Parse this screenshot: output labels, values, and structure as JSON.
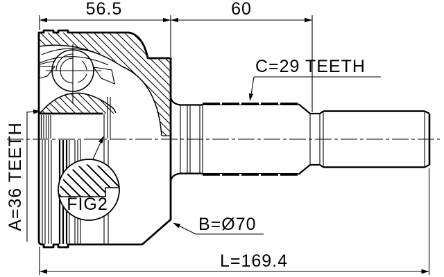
{
  "drawing": {
    "kind": "technical-drawing",
    "part": "cv-joint-outer-race-with-shaft",
    "background_color": "#ffffff",
    "line_color": "#000000",
    "labels": {
      "dim_body_width": "56.5",
      "dim_spline_length": "60",
      "outer_spline_teeth": "C=29 TEETH",
      "inner_spline_teeth": "A=36 TEETH",
      "detail_callout": "FIG2",
      "body_diameter": "B=Ø70",
      "total_length": "L=169.4"
    },
    "values": {
      "body_width_mm": 56.5,
      "spline_length_mm": 60,
      "outer_spline_teeth_count": 29,
      "inner_spline_teeth_count": 36,
      "body_diameter_mm": 70,
      "total_length_mm": 169.4
    }
  }
}
